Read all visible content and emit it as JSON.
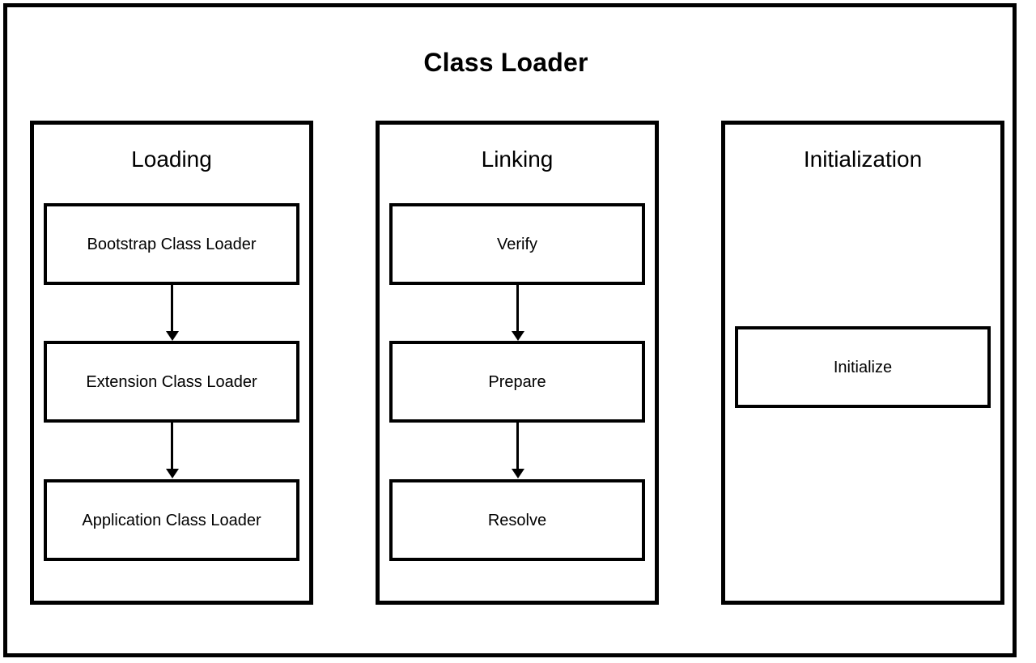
{
  "diagram": {
    "title": "Class Loader",
    "background_color": "#ffffff",
    "stroke_color": "#000000",
    "columns": [
      {
        "key": "loading",
        "title": "Loading",
        "steps": [
          {
            "label": "Bootstrap Class Loader"
          },
          {
            "label": "Extension Class Loader"
          },
          {
            "label": "Application Class Loader"
          }
        ],
        "connectors": [
          "down-arrow",
          "down-arrow"
        ]
      },
      {
        "key": "linking",
        "title": "Linking",
        "steps": [
          {
            "label": "Verify"
          },
          {
            "label": "Prepare"
          },
          {
            "label": "Resolve"
          }
        ],
        "connectors": [
          "down-arrow",
          "down-arrow"
        ]
      },
      {
        "key": "initialization",
        "title": "Initialization",
        "steps": [
          {
            "label": "Initialize"
          }
        ],
        "connectors": []
      }
    ]
  }
}
